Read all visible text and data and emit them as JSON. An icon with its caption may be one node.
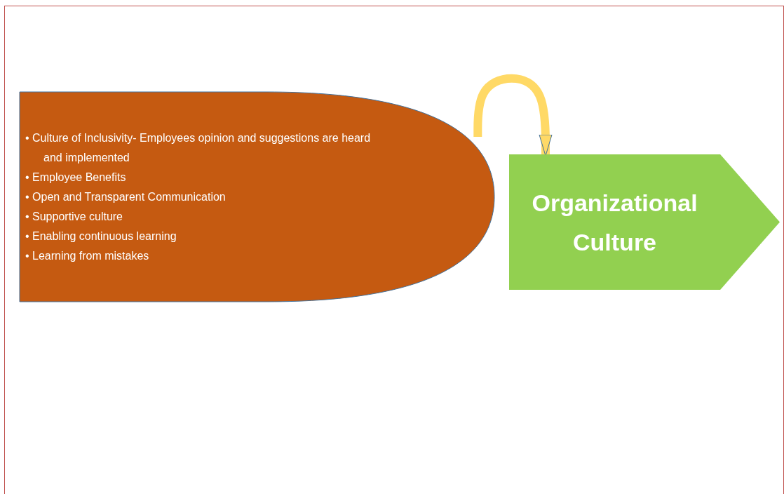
{
  "diagram": {
    "nodes": [
      {
        "text": [
          "• Culture of Inclusivity- Employees opinion and suggestions are heard and implemented",
          "• Employee Benefits",
          "• Open and Transparent Communication",
          "• Supportive culture",
          "• Enabling continuous learning",
          "• Learning from mistakes"
        ]
      },
      {
        "text": [
          "Organizational Culture"
        ]
      }
    ],
    "edges": [
      {
        "from": 0,
        "to": 1,
        "arrow": "to"
      }
    ]
  }
}
